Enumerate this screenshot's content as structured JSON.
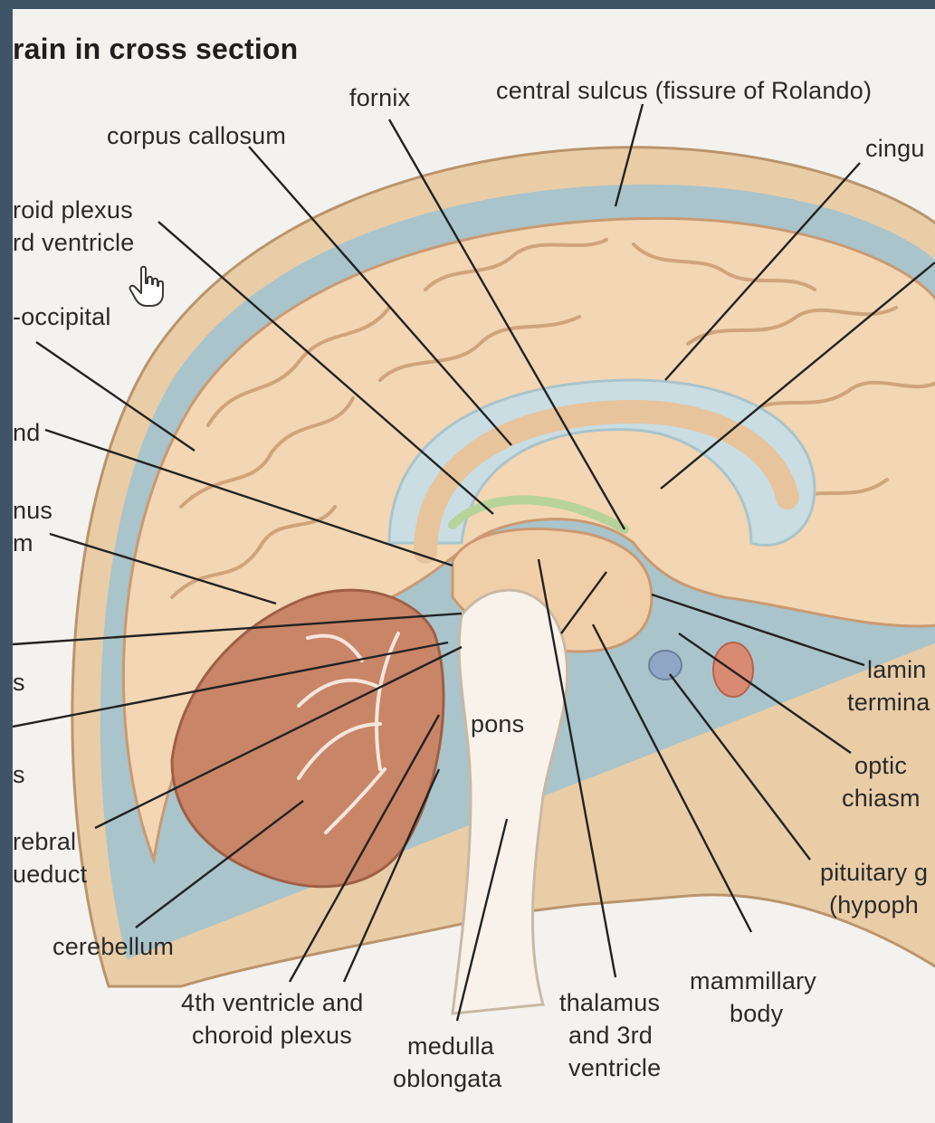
{
  "title": "rain in cross section",
  "labels": {
    "fornix": "fornix",
    "central_sulcus": "central sulcus (fissure of Rolando)",
    "corpus_callosum": "corpus callosum",
    "cingulate": "cingu",
    "choroid_plexus_1": "roid plexus",
    "choroid_plexus_2": "rd ventricle",
    "parieto_occipital": "-occipital",
    "label_nd": "nd",
    "label_nus": "nus",
    "label_m": "m",
    "label_s1": "s",
    "label_s2": "s",
    "cerebral_aqueduct_1": "rebral",
    "cerebral_aqueduct_2": "ueduct",
    "cerebellum": "cerebellum",
    "fourth_ventricle_1": "4th ventricle and",
    "fourth_ventricle_2": "choroid plexus",
    "pons": "pons",
    "medulla_1": "medulla",
    "medulla_2": "oblongata",
    "thalamus_1": "thalamus",
    "thalamus_2": "and 3rd",
    "thalamus_3": "ventricle",
    "mammillary_1": "mammillary",
    "mammillary_2": "body",
    "lamina_1": "lamin",
    "lamina_2": "termina",
    "optic_1": "optic",
    "optic_2": "chiasm",
    "pituitary_1": "pituitary g",
    "pituitary_2": "(hypoph"
  },
  "colors": {
    "background": "#f4f2ee",
    "cerebrum": "#f3d6b3",
    "cerebrum_fold": "#c99a72",
    "ventricle": "#c9dde3",
    "cerebellum": "#c98567",
    "skull": "#e8c9a2",
    "meninges": "#9fbcc4",
    "leader_line": "#222222"
  },
  "icons": {
    "cursor": "hand-pointer-icon"
  }
}
